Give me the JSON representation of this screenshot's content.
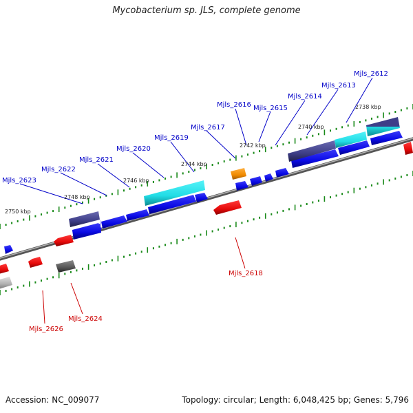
{
  "title": "Mycobacterium sp. JLS, complete genome",
  "footer": {
    "accession": "Accession: NC_009077",
    "summary": "Topology: circular; Length: 6,048,425 bp; Genes: 5,796"
  },
  "colors": {
    "forward": "#0a0ae6",
    "reverse": "#e60a0a",
    "backbone": "#7f7f7f",
    "ticks": "#1a8a1a",
    "top_label": "#0000c8",
    "bottom_label": "#cc0000",
    "cyan_feature": "#22dde6",
    "slate_feature": "#3e3e88",
    "orange_feature": "#f08a00"
  },
  "scale_labels": [
    "2738 kbp",
    "2740 kbp",
    "2742 kbp",
    "2744 kbp",
    "2746 kbp",
    "2748 kbp",
    "2750 kbp"
  ],
  "top_gene_labels": [
    "Mjls_2612",
    "Mjls_2613",
    "Mjls_2614",
    "Mjls_2615",
    "Mjls_2616",
    "Mjls_2617",
    "Mjls_2619",
    "Mjls_2620",
    "Mjls_2621",
    "Mjls_2622",
    "Mjls_2623"
  ],
  "bottom_gene_labels": [
    "Mjls_2618",
    "Mjls_2624",
    "Mjls_2626"
  ]
}
